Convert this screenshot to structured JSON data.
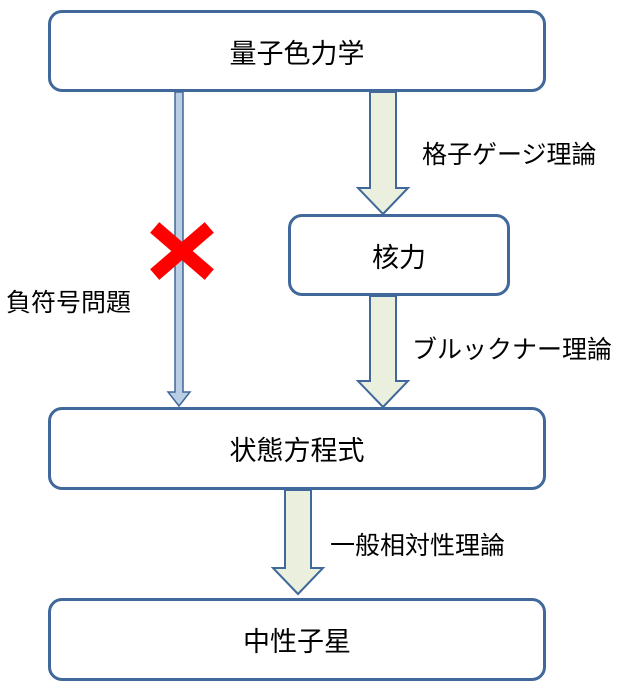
{
  "nodes": {
    "qcd": "量子色力学",
    "nuclear_force": "核力",
    "eos": "状態方程式",
    "neutron_star": "中性子星"
  },
  "edges": {
    "lattice_gauge": "格子ゲージ理論",
    "brueckner": "ブルックナー理論",
    "general_relativity": "一般相対性理論",
    "sign_problem": "負符号問題"
  },
  "colors": {
    "box_border": "#41689a",
    "arrow_fill": "#ebf0de",
    "arrow_stroke": "#41689a",
    "blocked_arrow_fill": "#b9cde5",
    "cross": "#ff0000"
  }
}
